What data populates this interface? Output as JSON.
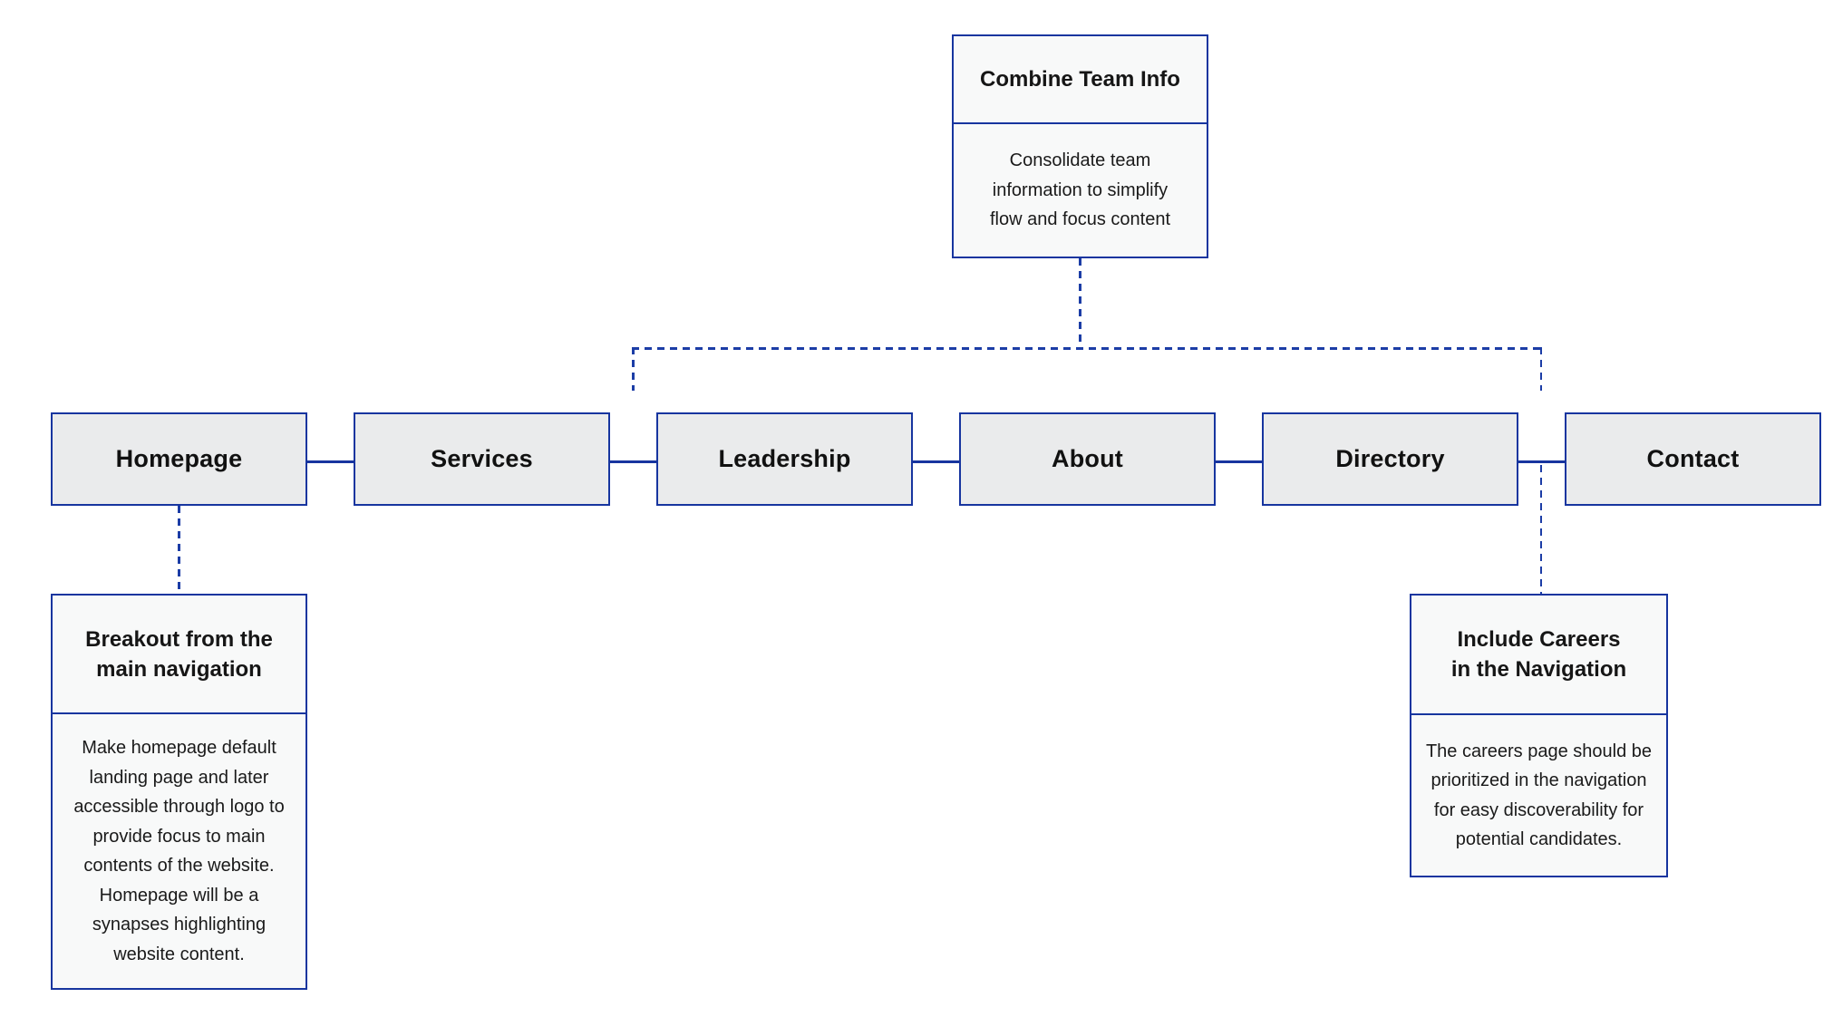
{
  "diagram": {
    "kind": "website-navigation-sitemap"
  },
  "colors": {
    "node_border": "#17359f",
    "solid_connector": "#17359f",
    "dashed_connector": "#1c3da6",
    "nav_fill": "#eaebec",
    "note_fill": "#f8f9f9",
    "text": "#161616",
    "background": "#ffffff"
  },
  "nav": {
    "items": [
      {
        "label": "Homepage"
      },
      {
        "label": "Services"
      },
      {
        "label": "Leadership"
      },
      {
        "label": "About"
      },
      {
        "label": "Directory"
      },
      {
        "label": "Contact"
      }
    ]
  },
  "notes": {
    "combine_team_info": {
      "title": "Combine Team Info",
      "body": "Consolidate team\ninformation to simplify\nflow and focus content"
    },
    "breakout": {
      "title": "Breakout from the\nmain navigation",
      "body": "Make homepage default\nlanding page and later\naccessible through logo to\nprovide focus to main\ncontents of the website.\nHomepage will be a\nsynapses highlighting\nwebsite content."
    },
    "careers": {
      "title": "Include Careers\nin the Navigation",
      "body": "The careers page should be\nprioritized in the navigation\nfor easy discoverability for\npotential candidates."
    }
  }
}
